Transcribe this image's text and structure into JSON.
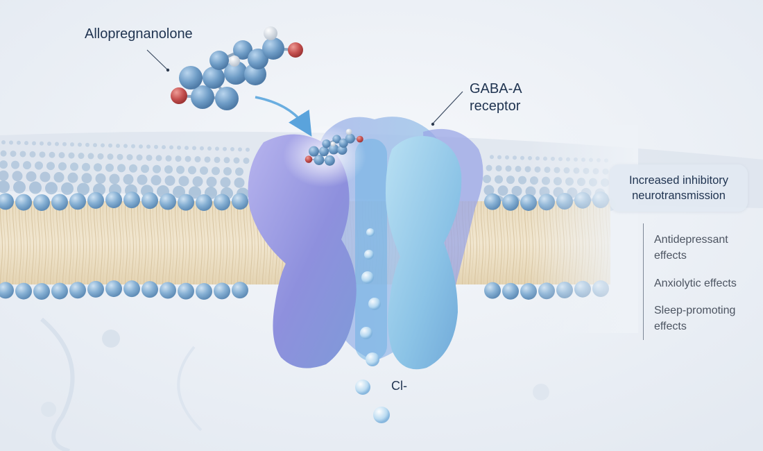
{
  "labels": {
    "molecule": "Allopregnanolone",
    "receptor_line1": "GABA-A",
    "receptor_line2": "receptor",
    "ion": "Cl-"
  },
  "outcome": "Increased inhibitory neurotransmission",
  "effects": [
    "Antidepressant effects",
    "Anxiolytic effects",
    "Sleep-promoting effects"
  ],
  "colors": {
    "label_text": "#1f3350",
    "effect_text": "#4c5461",
    "lipid_head": "#7ea9cf",
    "lipid_tail": "#e8d7b5",
    "receptor_violet": "#8d8fdc",
    "receptor_blue": "#8fc3e6",
    "atom_carbon": "#6e9cc6",
    "atom_oxygen": "#c4504f",
    "atom_hydrogen": "#cfd6de",
    "arrow": "#6aaee0"
  },
  "icons": [
    "steroid-molecule-icon",
    "ion-bubble-icon",
    "arrow-icon"
  ]
}
